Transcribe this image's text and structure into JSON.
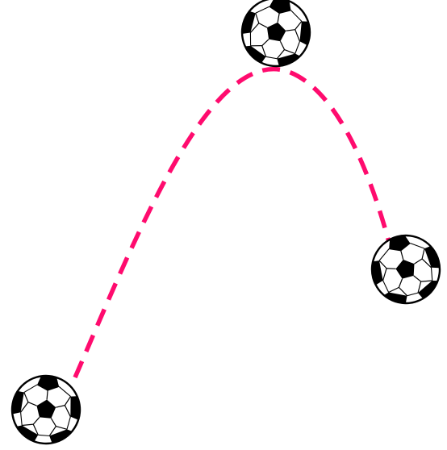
{
  "trajectory": {
    "color": "#ff0b6e",
    "style": "dashed"
  },
  "balls": [
    {
      "id": "start",
      "icon": "soccer-ball-icon"
    },
    {
      "id": "peak",
      "icon": "soccer-ball-icon"
    },
    {
      "id": "end",
      "icon": "soccer-ball-icon"
    }
  ],
  "colors": {
    "background": "#ffffff",
    "ball_fill": "#ffffff",
    "ball_patches": "#000000"
  }
}
